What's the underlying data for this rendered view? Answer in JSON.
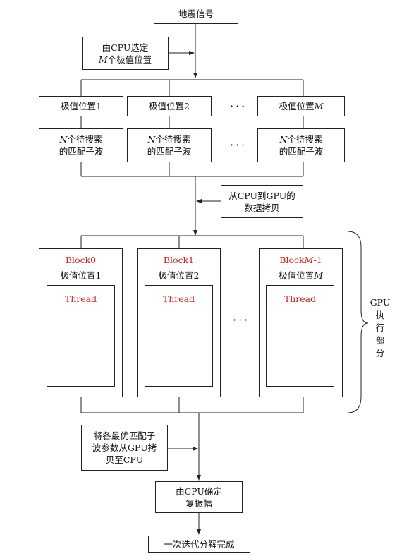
{
  "nodes": {
    "seismic_signal": "地震信号",
    "cpu_select_line1": "由CPU选定",
    "cpu_select_line2_var": "M",
    "cpu_select_line2_rest": "个极值位置",
    "extremum_1": "极值位置1",
    "extremum_2": "极值位置2",
    "extremum_m_prefix": "极值位置",
    "extremum_m_var": "M",
    "search_var": "N",
    "search_line1_rest": "个待搜索",
    "search_line2": "的匹配子波",
    "ellipsis": "···",
    "copy_cpu_gpu_line1": "从CPU到GPU的",
    "copy_cpu_gpu_line2": "数据拷贝",
    "block0": "Block0",
    "block1": "Block1",
    "blockm_prefix": "Block",
    "blockm_var": "M",
    "blockm_suffix": "-1",
    "thread": "Thread",
    "copy_gpu_cpu_line1": "将各最优匹配子",
    "copy_gpu_cpu_line2": "波参数从GPU拷",
    "copy_gpu_cpu_line3": "贝至CPU",
    "cpu_amplitude_line1": "由CPU确定",
    "cpu_amplitude_line2": "复振幅",
    "iteration_done": "一次迭代分解完成"
  },
  "gpu_label": [
    "GPU",
    "执",
    "行",
    "部",
    "分"
  ],
  "colors": {
    "line": "#222222",
    "red": "#d42020"
  }
}
